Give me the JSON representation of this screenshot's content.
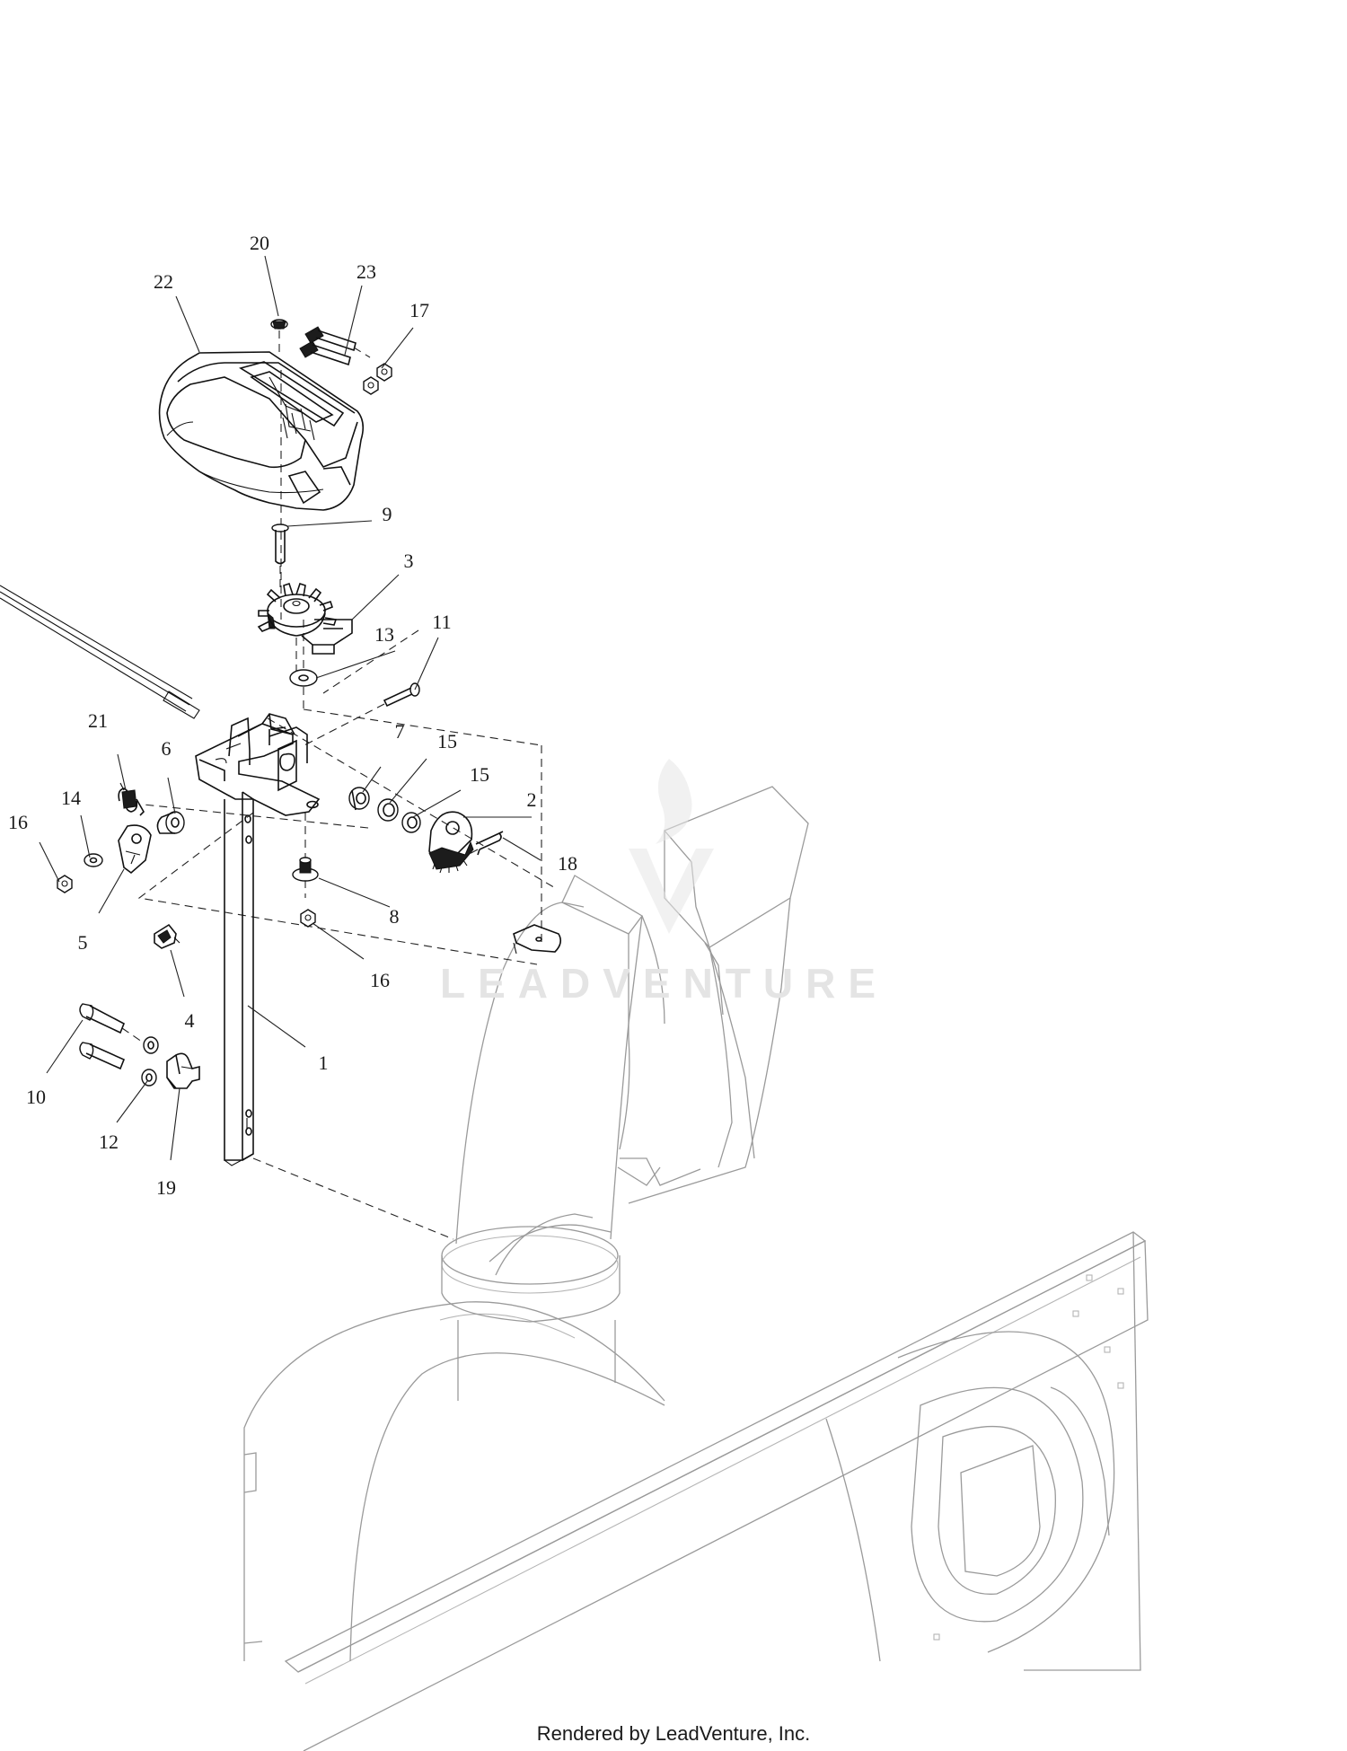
{
  "footer": "Rendered by LeadVenture, Inc.",
  "watermark": "LEADVENTURE",
  "callouts": [
    {
      "id": "20",
      "text": "20"
    },
    {
      "id": "23",
      "text": "23"
    },
    {
      "id": "22",
      "text": "22"
    },
    {
      "id": "17",
      "text": "17"
    },
    {
      "id": "9",
      "text": "9"
    },
    {
      "id": "3",
      "text": "3"
    },
    {
      "id": "11",
      "text": "11"
    },
    {
      "id": "13",
      "text": "13"
    },
    {
      "id": "21",
      "text": "21"
    },
    {
      "id": "6",
      "text": "6"
    },
    {
      "id": "7",
      "text": "7"
    },
    {
      "id": "15a",
      "text": "15"
    },
    {
      "id": "15b",
      "text": "15"
    },
    {
      "id": "14",
      "text": "14"
    },
    {
      "id": "2",
      "text": "2"
    },
    {
      "id": "16a",
      "text": "16"
    },
    {
      "id": "18",
      "text": "18"
    },
    {
      "id": "5",
      "text": "5"
    },
    {
      "id": "8",
      "text": "8"
    },
    {
      "id": "16b",
      "text": "16"
    },
    {
      "id": "4",
      "text": "4"
    },
    {
      "id": "1",
      "text": "1"
    },
    {
      "id": "10",
      "text": "10"
    },
    {
      "id": "12",
      "text": "12"
    },
    {
      "id": "19",
      "text": "19"
    }
  ]
}
